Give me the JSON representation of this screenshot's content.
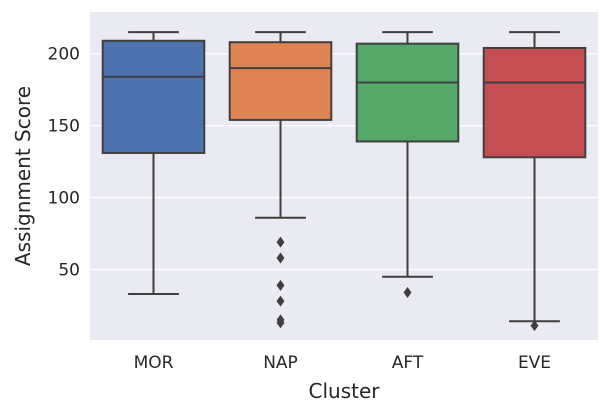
{
  "chart_data": {
    "type": "box",
    "xlabel": "Cluster",
    "ylabel": "Assignment Score",
    "ylim": [
      1,
      229
    ],
    "yticks": [
      50,
      100,
      150,
      200
    ],
    "grid": true,
    "background": "#eaeaf2",
    "categories": [
      "MOR",
      "NAP",
      "AFT",
      "EVE"
    ],
    "boxes": [
      {
        "category": "MOR",
        "whisker_low": 33,
        "q1": 131,
        "median": 184,
        "q3": 209,
        "whisker_high": 215,
        "outliers": [],
        "color": "#4c72b0"
      },
      {
        "category": "NAP",
        "whisker_low": 86,
        "q1": 154,
        "median": 190,
        "q3": 208,
        "whisker_high": 215,
        "outliers": [
          69,
          58,
          39,
          28,
          15,
          13
        ],
        "color": "#dd8452"
      },
      {
        "category": "AFT",
        "whisker_low": 45,
        "q1": 139,
        "median": 180,
        "q3": 207,
        "whisker_high": 215,
        "outliers": [
          34
        ],
        "color": "#55a868"
      },
      {
        "category": "EVE",
        "whisker_low": 14,
        "q1": 128,
        "median": 180,
        "q3": 204,
        "whisker_high": 215,
        "outliers": [
          11
        ],
        "color": "#c44e52"
      }
    ]
  }
}
